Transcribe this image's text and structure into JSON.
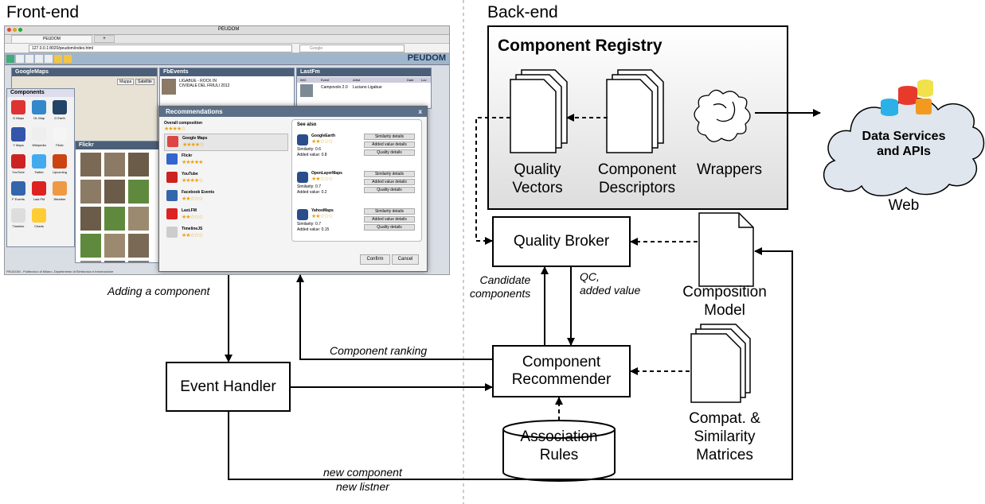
{
  "sections": {
    "frontend": "Front-end",
    "backend": "Back-end"
  },
  "registry": {
    "title": "Component Registry",
    "quality_vectors": "Quality\nVectors",
    "component_descriptors": "Component\nDescriptors",
    "wrappers": "Wrappers"
  },
  "cloud": {
    "label": "Data Services\nand APIs",
    "caption": "Web"
  },
  "nodes": {
    "quality_broker": "Quality Broker",
    "component_recommender": "Component\nRecommender",
    "event_handler": "Event Handler",
    "association_rules": "Association\nRules",
    "composition_model": "Composition\nModel",
    "compat_matrices": "Compat. &\nSimilarity\nMatrices"
  },
  "edge_labels": {
    "adding_component": "Adding a component",
    "component_ranking": "Component ranking",
    "candidate_components": "Candidate\ncomponents",
    "qc_added_value": "QC,\nadded value",
    "new_component": "new component",
    "new_listner": "new listner"
  },
  "screenshot": {
    "window_title": "PEUDOM",
    "tab_label": "PEUDOM",
    "url": "127.0.0.1:8020/peudom/index.html",
    "search_placeholder": "Google",
    "app_name": "PEUDOM",
    "footer": "PEUDOM - Politecnico di Milano, Dipartimento di Elettronica e Informazione",
    "panels": {
      "googlemaps": "GoogleMaps",
      "fbevents": "FbEvents",
      "lastfm": "LastFm",
      "flickr": "Flickr",
      "components": "Components"
    },
    "map_buttons": [
      "Mappa",
      "Satellite"
    ],
    "component_icons": [
      "G Maps",
      "OL Map",
      "G Earth",
      "Y Maps",
      "Wikipedia",
      "Flickr",
      "YouTube",
      "Twitter",
      "Upcoming",
      "F Events",
      "Last.FM",
      "Weather",
      "Timeline",
      "Charts"
    ],
    "fbevent_text": "LIGABUE - ROCK IN CIVIDALE DEL FRIULI 2012",
    "lastfm_headers": [
      "IMG",
      "Event",
      "Artist",
      "Date",
      "Loc"
    ],
    "lastfm_row": [
      "Campovolo 2.0",
      "Luciano Ligabue"
    ],
    "modal": {
      "title": "Recommendations",
      "close": "x",
      "overall": "Overall composition",
      "items": [
        "Google Maps",
        "Flickr",
        "YouTube",
        "Facebook Events",
        "Last.FM",
        "TimelineJS"
      ],
      "see_also": "See also",
      "see_also_items": [
        {
          "name": "GoogleEarth",
          "similarity": "Similarity: 0.6",
          "added": "Added value: 0.8"
        },
        {
          "name": "OpenLayerMaps",
          "similarity": "Similarity: 0.7",
          "added": "Added value: 0.2"
        },
        {
          "name": "YahooMaps",
          "similarity": "Similarity: 0.7",
          "added": "Added value: 0.15"
        }
      ],
      "detail_buttons": [
        "Similarity details",
        "Added value details",
        "Quality details"
      ],
      "confirm": "Confirm",
      "cancel": "Cancel"
    }
  },
  "colors": {
    "line": "#000000",
    "panel_header": "#4b5f78",
    "cloud_fill": "#dfe6ee",
    "star": "#e8a317"
  }
}
